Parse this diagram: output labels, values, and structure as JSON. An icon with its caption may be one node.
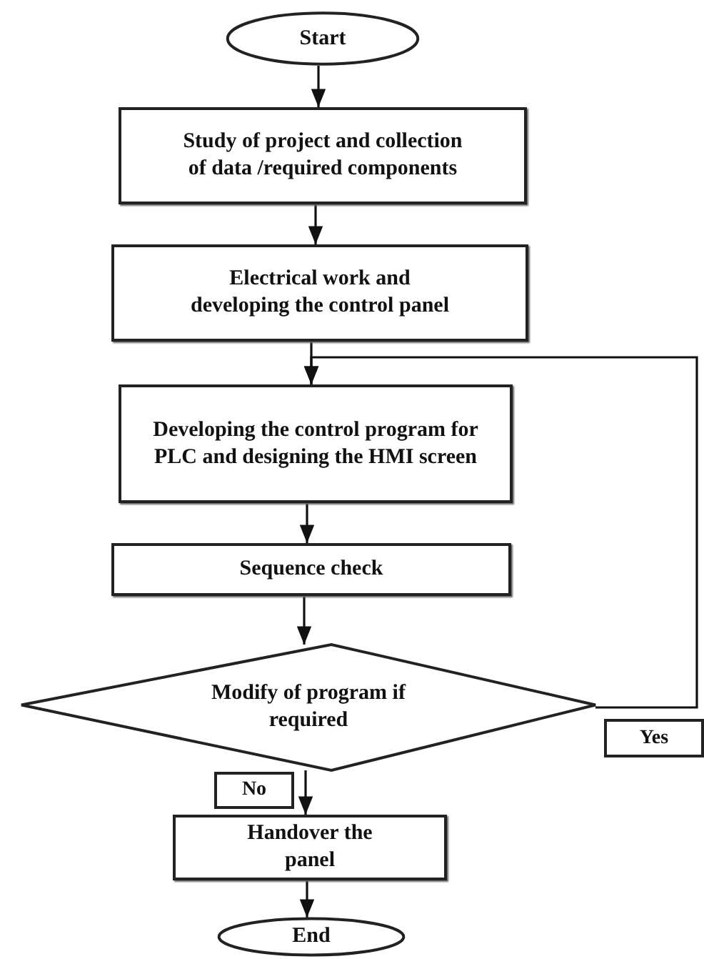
{
  "diagram": {
    "nodes": [
      {
        "text": [
          "Start"
        ]
      },
      {
        "text": [
          "Study of project and collection of data /required components"
        ]
      },
      {
        "text": [
          "Electrical work and developing the control panel"
        ]
      },
      {
        "text": [
          "Developing the control program for PLC and designing the HMI screen"
        ]
      },
      {
        "text": [
          "Sequence check"
        ]
      },
      {
        "text": [
          "Modify of program if required"
        ]
      },
      {
        "text": [
          "Handover the panel"
        ]
      },
      {
        "text": [
          "End"
        ]
      }
    ],
    "edges": [
      {
        "from": 0,
        "to": 1,
        "arrow": "to"
      },
      {
        "from": 1,
        "to": 2,
        "arrow": "to"
      },
      {
        "from": 2,
        "to": 3,
        "arrow": "to"
      },
      {
        "from": 3,
        "to": 4,
        "arrow": "to"
      },
      {
        "from": 4,
        "to": 5,
        "arrow": "to"
      },
      {
        "from": 5,
        "to": 6,
        "arrow": "to",
        "label": "No"
      },
      {
        "from": 6,
        "to": 7,
        "arrow": "to"
      },
      {
        "from": 5,
        "to": 3,
        "arrow": "to",
        "label": "Yes"
      }
    ]
  }
}
